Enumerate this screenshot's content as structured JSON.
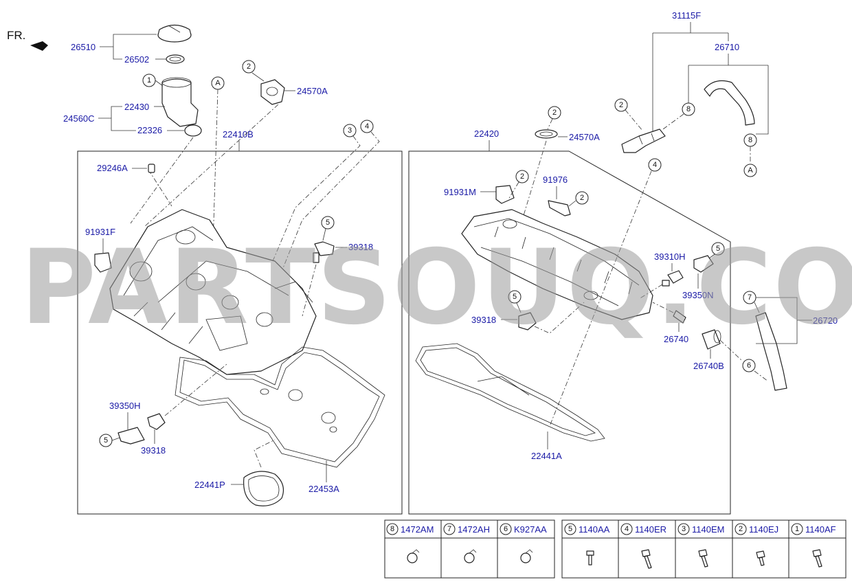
{
  "header": {
    "fr_label": "FR."
  },
  "left_group": {
    "frame_label": "22410B",
    "parts": {
      "p26510": "26510",
      "p26502": "26502",
      "p24560C": "24560C",
      "p22430": "22430",
      "p22326": "22326",
      "p24570A_left": "24570A",
      "p29246A": "29246A",
      "p91931F": "91931F",
      "p39318_left_top": "39318",
      "p39350H_left": "39350H",
      "p39318_left_bottom": "39318",
      "p22441P": "22441P",
      "p22453A": "22453A"
    },
    "callouts": {
      "c1": "1",
      "c2": "2",
      "cA": "A",
      "c3": "3",
      "c4": "4",
      "c5a": "5",
      "c5b": "5"
    }
  },
  "right_group": {
    "frame_label": "22420",
    "parts": {
      "p31115F": "31115F",
      "p26710": "26710",
      "p24570A_right": "24570A",
      "p91931M": "91931M",
      "p91976": "91976",
      "p39310H": "39310H",
      "p39350N": "39350N",
      "p39318_right": "39318",
      "p26740": "26740",
      "p26740B": "26740B",
      "p26720": "26720",
      "p22441A": "22441A"
    },
    "callouts": {
      "c2a": "2",
      "c8a": "8",
      "c8b": "8",
      "cA": "A",
      "c2b": "2",
      "c2c": "2",
      "c2d": "2",
      "c4": "4",
      "c5a": "5",
      "c5b": "5",
      "c7": "7",
      "c6": "6"
    }
  },
  "fastener_table": {
    "group1": [
      {
        "num": "8",
        "code": "1472AM"
      },
      {
        "num": "7",
        "code": "1472AH"
      },
      {
        "num": "6",
        "code": "K927AA"
      }
    ],
    "group2": [
      {
        "num": "5",
        "code": "1140AA"
      },
      {
        "num": "4",
        "code": "1140ER"
      },
      {
        "num": "3",
        "code": "1140EM"
      },
      {
        "num": "2",
        "code": "1140EJ"
      },
      {
        "num": "1",
        "code": "1140AF"
      }
    ]
  },
  "watermark": {
    "text": "PARTSOUQ.COM"
  },
  "colors": {
    "part_number": "#1a1aa6",
    "line": "#222222",
    "watermark": "#9a9a9a"
  }
}
